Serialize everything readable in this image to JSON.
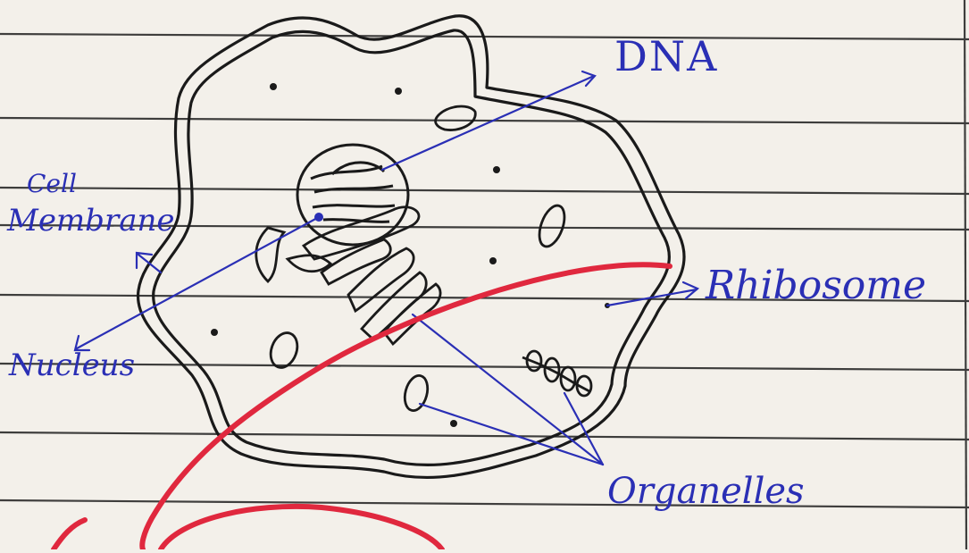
{
  "labels": {
    "dna": "DNA",
    "cell": "Cell",
    "membrane": "Membrane",
    "ribosome": "Rhibosome",
    "nucleus": "Nucleus",
    "organelles": "Organelles"
  },
  "colors": {
    "paper": "#f3f0ea",
    "ruled_line": "#1e1e1e",
    "ink_blue": "#2a2fb5",
    "ink_black": "#1a1a1a",
    "red_mark": "#e0283e"
  }
}
